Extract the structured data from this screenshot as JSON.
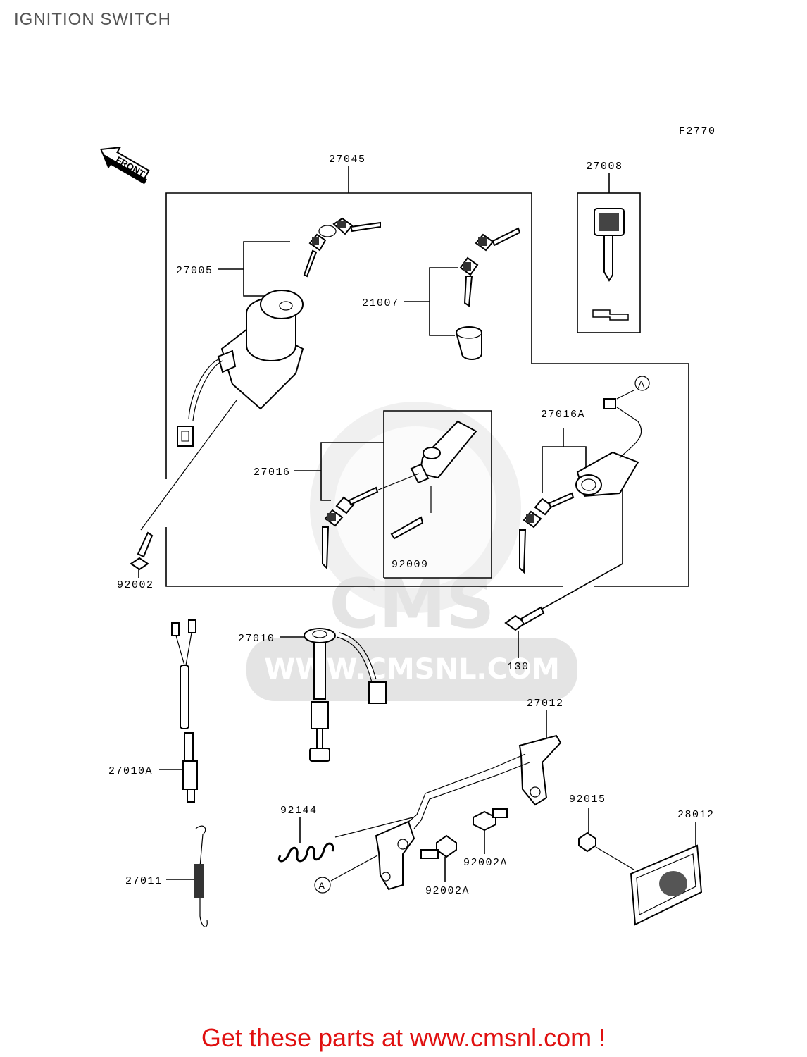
{
  "page": {
    "title": "IGNITION SWITCH",
    "footer": "Get these parts at www.cmsnl.com !"
  },
  "diagram": {
    "figure_code": "F2770",
    "direction_label": "FRONT",
    "callout_letter": "A",
    "watermark": {
      "logo": "CMS",
      "url": "WWW.CMSNL.COM"
    },
    "part_numbers": {
      "p27045": "27045",
      "p27008": "27008",
      "p27005": "27005",
      "p21007": "21007",
      "p27016A": "27016A",
      "p27016": "27016",
      "p92009": "92009",
      "p92002": "92002",
      "p27010": "27010",
      "p130": "130",
      "p27012": "27012",
      "p27010A": "27010A",
      "p92144": "92144",
      "p92015": "92015",
      "p28012": "28012",
      "p92002A_1": "92002A",
      "p92002A_2": "92002A",
      "p27011": "27011"
    }
  },
  "colors": {
    "footer": "#e01010",
    "title": "#555555",
    "watermark": "#e4e4e4"
  }
}
